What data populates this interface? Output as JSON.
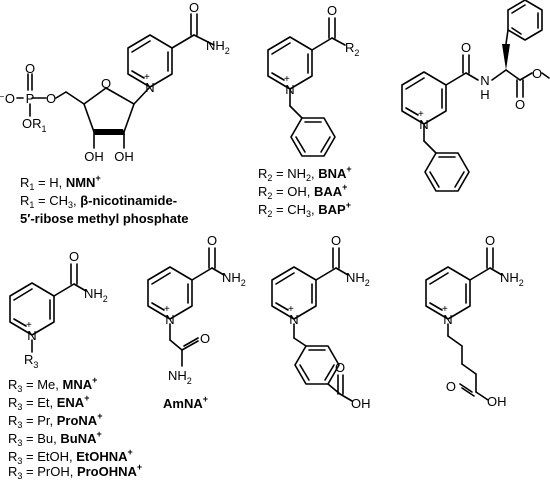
{
  "structures": {
    "nmn": {
      "atoms": {
        "o_top": "O",
        "minus_o": "⁻O",
        "p": "P",
        "o_p": "O",
        "o_link": "O",
        "or1": "OR",
        "or1_sub": "1",
        "ring_o": "O",
        "oh_left": "OH",
        "oh_right": "OH",
        "n": "N",
        "plus": "+",
        "nh2": "NH",
        "nh2_sub": "2",
        "amide_o": "O"
      },
      "captions": [
        {
          "pre": "R",
          "sub": "1",
          "mid": " = H, ",
          "name": "NMN",
          "sup": "+"
        },
        {
          "pre": "R",
          "sub": "1",
          "mid": " = CH",
          "sub2": "3",
          "mid2": ",  ",
          "name": "β-nicotinamide-"
        },
        {
          "name": "5′-ribose methyl phosphate"
        }
      ]
    },
    "bna_series": {
      "atoms": {
        "o": "O",
        "r2": "R",
        "r2_sub": "2",
        "n": "N",
        "plus": "+"
      },
      "captions": [
        {
          "pre": "R",
          "sub": "2",
          "mid": " = NH",
          "sub2": "2",
          "mid2": ", ",
          "name": "BNA",
          "sup": "+"
        },
        {
          "pre": "R",
          "sub": "2",
          "mid": " = OH, ",
          "name": "BAA",
          "sup": "+"
        },
        {
          "pre": "R",
          "sub": "2",
          "mid": " = CH",
          "sub2": "3",
          "mid2": ", ",
          "name": "BAP",
          "sup": "+"
        }
      ]
    },
    "phe_conjugate": {
      "atoms": {
        "o_amide": "O",
        "nh": "N",
        "h": "H",
        "o_ester": "O",
        "o_me": "O",
        "n": "N",
        "plus": "+"
      }
    },
    "alkyl_series": {
      "atoms": {
        "o": "O",
        "nh2": "NH",
        "nh2_sub": "2",
        "n": "N",
        "plus": "+",
        "r3": "R",
        "r3_sub": "3"
      },
      "captions": [
        {
          "pre": "R",
          "sub": "3",
          "mid": " = Me, ",
          "name": "MNA",
          "sup": "+"
        },
        {
          "pre": "R",
          "sub": "3",
          "mid": " = Et, ",
          "name": "ENA",
          "sup": "+"
        },
        {
          "pre": "R",
          "sub": "3",
          "mid": " = Pr, ",
          "name": "ProNA",
          "sup": "+"
        },
        {
          "pre": "R",
          "sub": "3",
          "mid": " = Bu, ",
          "name": "BuNA",
          "sup": "+"
        },
        {
          "pre": "R",
          "sub": "3",
          "mid": " = EtOH, ",
          "name": "EtOHNA",
          "sup": "+"
        },
        {
          "pre": "R",
          "sub": "3",
          "mid": " = PrOH, ",
          "name": "ProOHNA",
          "sup": "+"
        }
      ]
    },
    "amna": {
      "atoms": {
        "o": "O",
        "nh2": "NH",
        "nh2_sub": "2",
        "n": "N",
        "plus": "+",
        "o2": "O",
        "nh2b": "NH",
        "nh2b_sub": "2"
      },
      "caption": {
        "name": "AmNA",
        "sup": "+"
      }
    },
    "benzoic": {
      "atoms": {
        "o": "O",
        "nh2": "NH",
        "nh2_sub": "2",
        "n": "N",
        "plus": "+",
        "o2": "O",
        "oh": "OH"
      }
    },
    "pentanoic": {
      "atoms": {
        "o": "O",
        "nh2": "NH",
        "nh2_sub": "2",
        "n": "N",
        "plus": "+",
        "o2": "O",
        "oh": "OH"
      }
    }
  }
}
